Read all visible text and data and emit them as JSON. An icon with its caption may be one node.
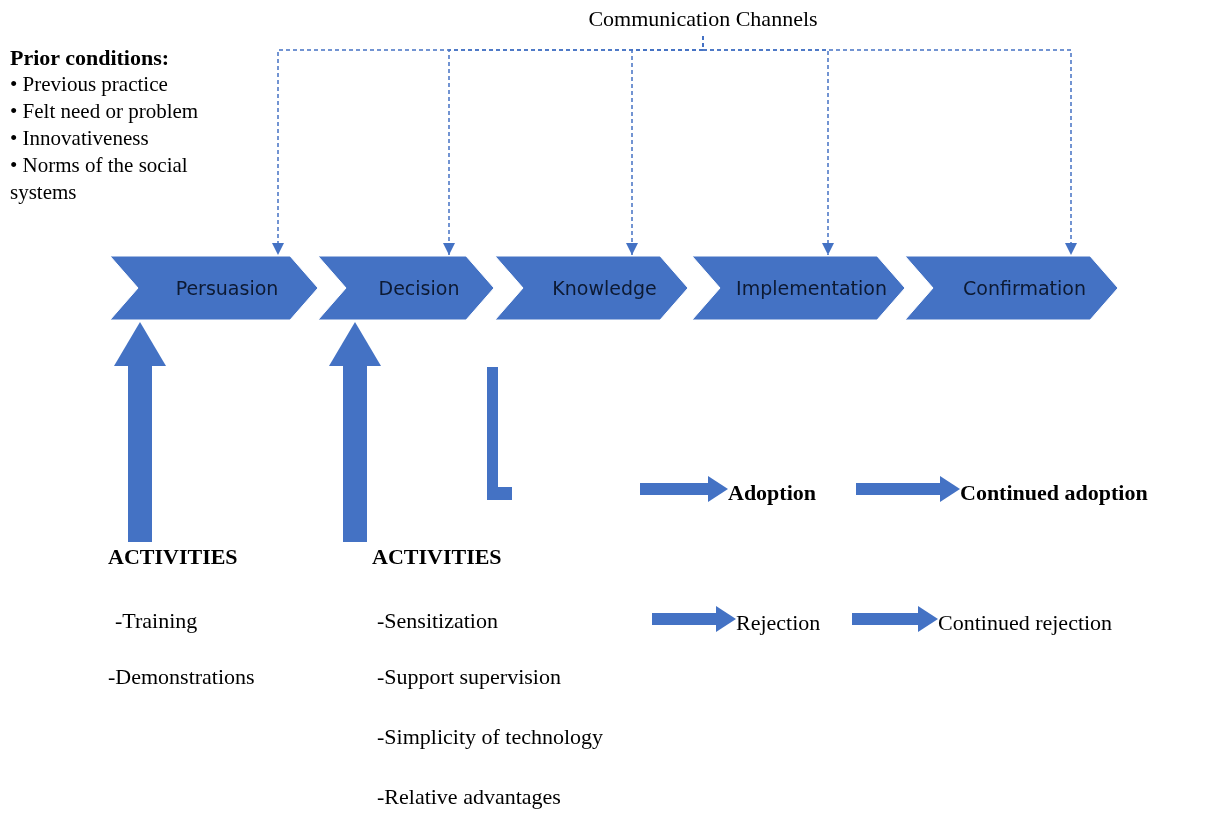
{
  "diagram": {
    "nodes": [
      {
        "text": [
          "Communication Channels"
        ]
      },
      {
        "text": [
          "Persuasion"
        ]
      },
      {
        "text": [
          "Decision"
        ]
      },
      {
        "text": [
          "Knowledge"
        ]
      },
      {
        "text": [
          "Implementation"
        ]
      },
      {
        "text": [
          "Confirmation"
        ]
      },
      {
        "text": [
          "ACTIVITIES",
          "-Training",
          "-Demonstrations"
        ]
      },
      {
        "text": [
          "ACTIVITIES",
          "-Sensitization",
          "-Support supervision",
          "-Simplicity of technology",
          "-Relative advantages"
        ]
      },
      {
        "text": [
          "Adoption"
        ]
      },
      {
        "text": [
          "Continued adoption"
        ]
      },
      {
        "text": [
          "Rejection"
        ]
      },
      {
        "text": [
          "Continued rejection"
        ]
      },
      {
        "text": [],
        "shape": "bar"
      }
    ],
    "edges": [
      {
        "from": 0,
        "to": 1,
        "arrow": "to",
        "style": "dashed"
      },
      {
        "from": 0,
        "to": 2,
        "arrow": "to",
        "style": "dashed"
      },
      {
        "from": 0,
        "to": 3,
        "arrow": "to",
        "style": "dashed"
      },
      {
        "from": 0,
        "to": 4,
        "arrow": "to",
        "style": "dashed"
      },
      {
        "from": 0,
        "to": 5,
        "arrow": "to",
        "style": "dashed"
      },
      {
        "from": 6,
        "to": 1,
        "arrow": "to",
        "style": "thick"
      },
      {
        "from": 7,
        "to": 2,
        "arrow": "to",
        "style": "thick"
      },
      {
        "from": null,
        "to": 8,
        "arrow": "to"
      },
      {
        "from": 8,
        "to": 9,
        "arrow": "to"
      },
      {
        "from": null,
        "to": 10,
        "arrow": "to"
      },
      {
        "from": 10,
        "to": 11,
        "arrow": "to"
      }
    ],
    "labels": [
      "Prior conditions:",
      "• Previous practice",
      "• Felt need or problem",
      "• Innovativeness",
      "• Norms of the social systems"
    ]
  }
}
